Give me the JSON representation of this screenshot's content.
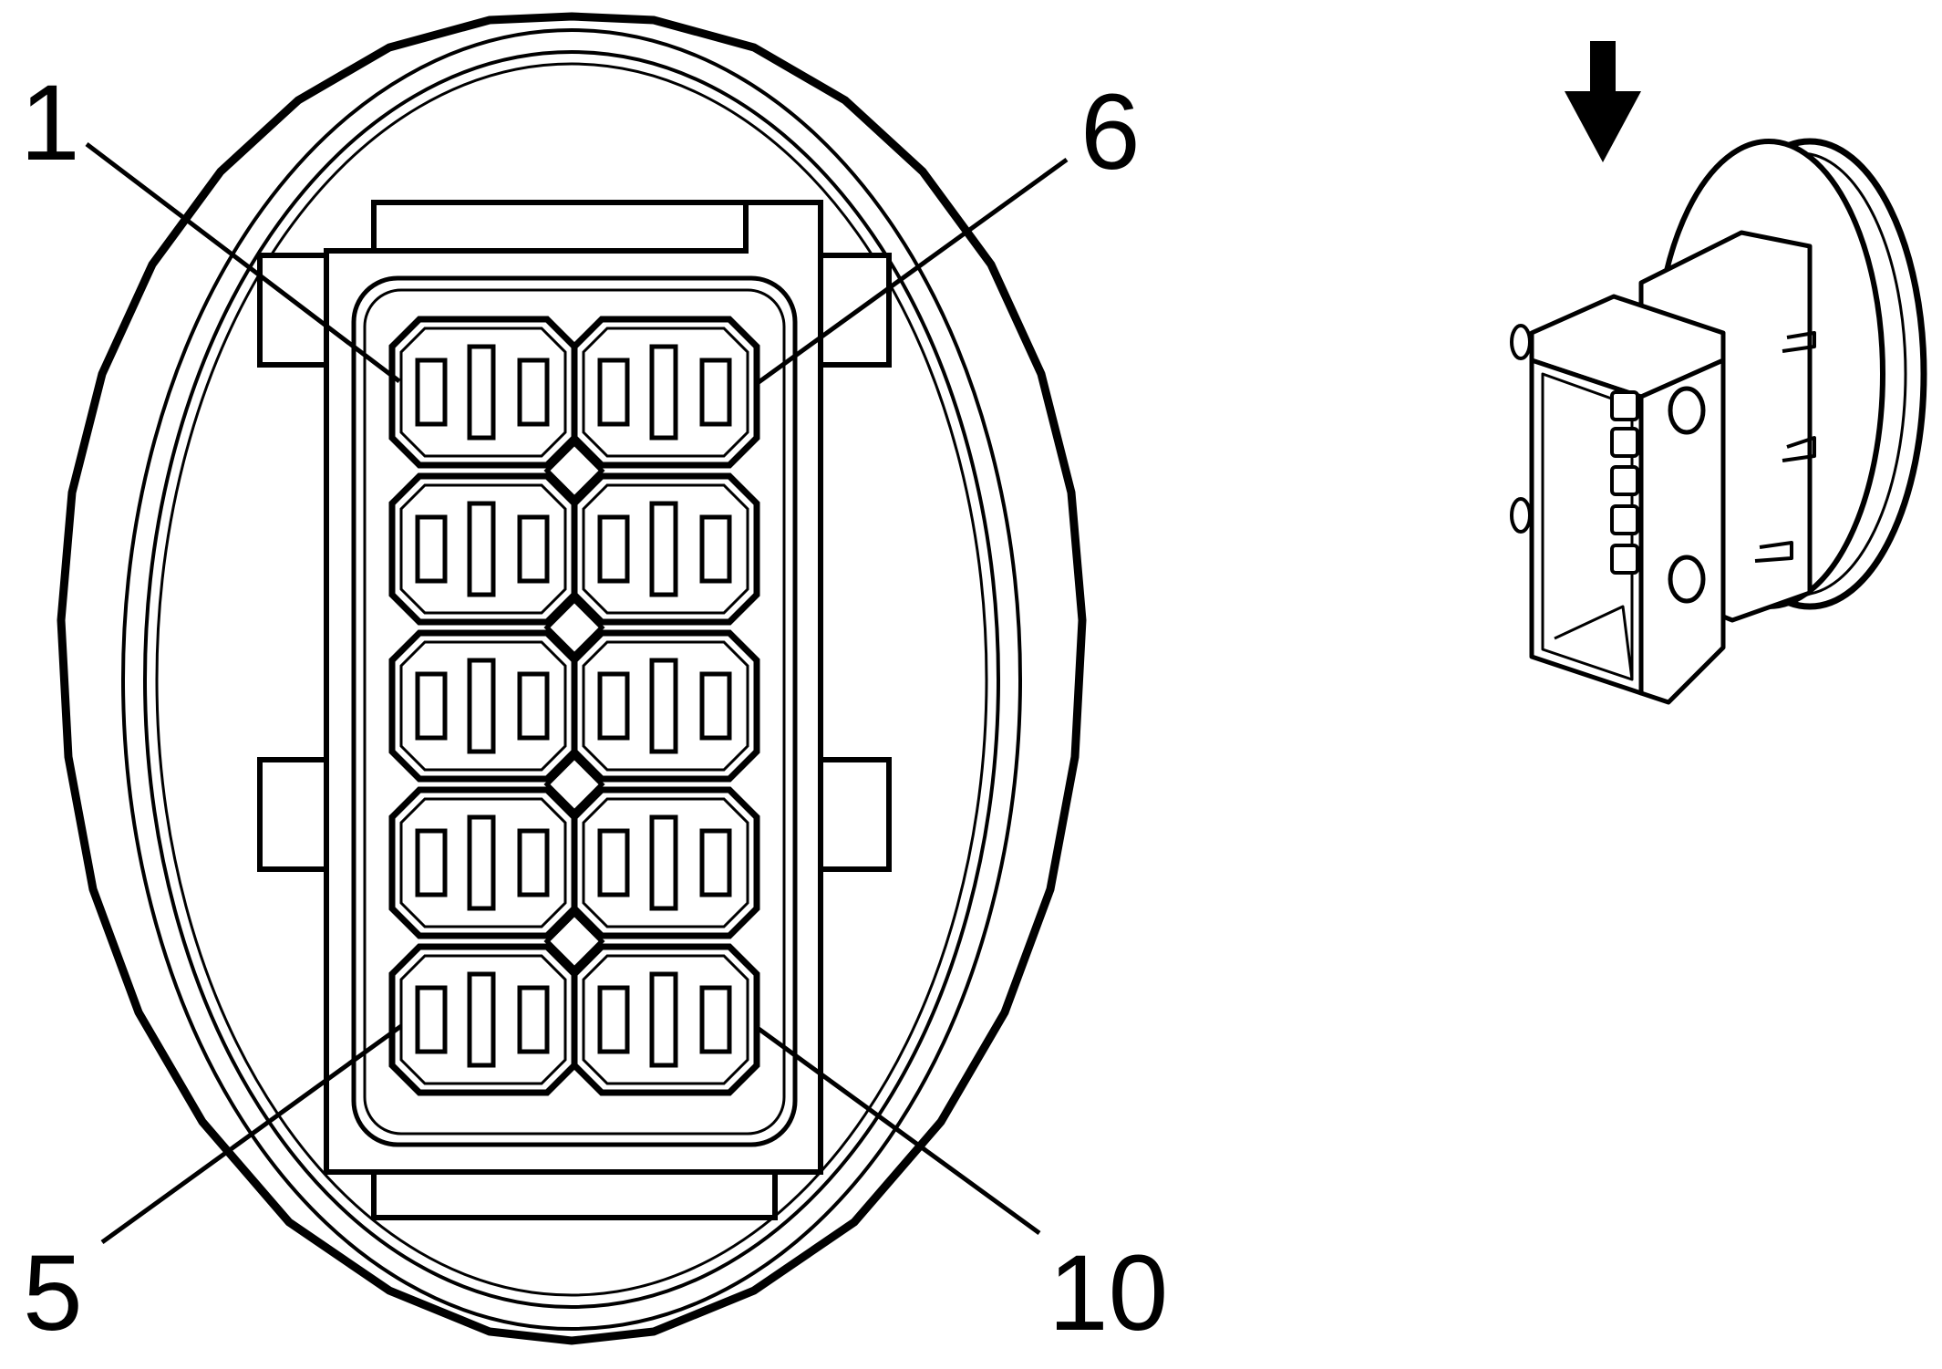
{
  "diagram": {
    "pin_labels": {
      "top_left": "1",
      "top_right": "6",
      "bottom_left": "5",
      "bottom_right": "10"
    },
    "terminal_cavities": {
      "rows": 5,
      "columns": 2
    },
    "colors": {
      "line": "#000000",
      "background": "#ffffff"
    },
    "icons": [
      "view-direction-arrow-icon",
      "connector-isometric-icon"
    ]
  }
}
